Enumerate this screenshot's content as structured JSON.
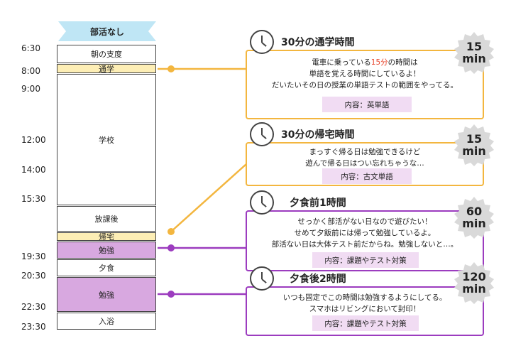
{
  "header": {
    "label": "部活なし"
  },
  "timeline": {
    "times": [
      "6:30",
      "8:00",
      "9:00",
      "12:00",
      "14:00",
      "15:30",
      "19:30",
      "20:30",
      "22:30",
      "23:30"
    ],
    "segments": [
      "朝の支度",
      "通学",
      "学校",
      "放課後",
      "帰宅",
      "勉強",
      "夕食",
      "勉強",
      "入浴"
    ]
  },
  "cards": [
    {
      "title": "30分の通学時間",
      "badge_value": "15",
      "badge_unit": "min",
      "line1_pre": "電車に乗っている",
      "line1_hl": "15分",
      "line1_post": "の時間は",
      "line2": "単語を覚える時間にしているよ！",
      "line3": "だいたいその日の授業の単語テストの範囲をやってる。",
      "tag": "内容：英単語"
    },
    {
      "title": "30分の帰宅時間",
      "badge_value": "15",
      "badge_unit": "min",
      "line1": "まっすぐ帰る日は勉強できるけど",
      "line2": "遊んで帰る日はつい忘れちゃうな…",
      "tag": "内容：古文単語"
    },
    {
      "title": "夕食前1時間",
      "badge_value": "60",
      "badge_unit": "min",
      "line1": "せっかく部活がない日なので遊びたい！",
      "line2": "せめて夕飯前には帰って勉強しているよ。",
      "line3": "部活ない日は大体テスト前だからね。勉強しないと…。",
      "tag": "内容：課題やテスト対策"
    },
    {
      "title": "夕食後2時間",
      "badge_value": "120",
      "badge_unit": "min",
      "line1": "いつも固定でこの時間は勉強するようにしてる。",
      "line2": "スマホはリビングにおいて封印！",
      "tag": "内容：課題やテスト対策"
    }
  ],
  "colors": {
    "orange": "#f3b63f",
    "violet": "#9c3cbf",
    "yellow_fill": "#fdeeb5",
    "purple_fill": "#d8a8e0",
    "ribbon": "#bfe6f5",
    "badge": "#d9d9d9"
  },
  "icons": [
    "clock-icon"
  ]
}
